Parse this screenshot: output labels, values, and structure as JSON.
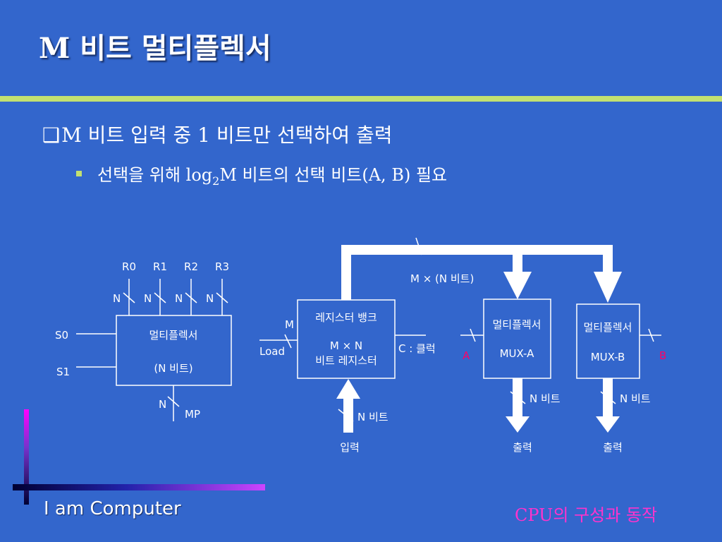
{
  "slide": {
    "title": "M 비트 멀티플렉서",
    "bullet1_icon": "❑",
    "bullet1": "M 비트 입력 중 1 비트만 선택하여 출력",
    "bullet2_pre": "선택을 위해 log",
    "bullet2_sub": "2",
    "bullet2_post": "M 비트의 선택 비트(A, B) 필요"
  },
  "left_mux": {
    "inputs": [
      "R0",
      "R1",
      "R2",
      "R3"
    ],
    "bus_width_labels": [
      "N",
      "N",
      "N",
      "N"
    ],
    "selects": [
      "S0",
      "S1"
    ],
    "box_line1": "멀티플렉서",
    "box_line2": "(N 비트)",
    "output_width": "N",
    "output_label": "MP"
  },
  "right_diagram": {
    "top_bus_label": "M × (N 비트)",
    "reg_bank_line1": "레지스터 뱅크",
    "reg_bank_line2": "M × N",
    "reg_bank_line3": "비트 레지스터",
    "load_width": "M",
    "load_label": "Load",
    "clock_label": "C : 클럭",
    "input_width": "N 비트",
    "input_label": "입력",
    "mux_a_line1": "멀티플렉서",
    "mux_a_line2": "MUX-A",
    "mux_b_line1": "멀티플렉서",
    "mux_b_line2": "MUX-B",
    "select_a": "A",
    "select_b": "B",
    "out_a_width": "N 비트",
    "out_b_width": "N 비트",
    "out_a_label": "출력",
    "out_b_label": "출력",
    "select_color": "#ff0066"
  },
  "footer": {
    "left": "I am Computer",
    "right_prefix": "CPU",
    "right_suffix": "의 구성과 동작"
  }
}
